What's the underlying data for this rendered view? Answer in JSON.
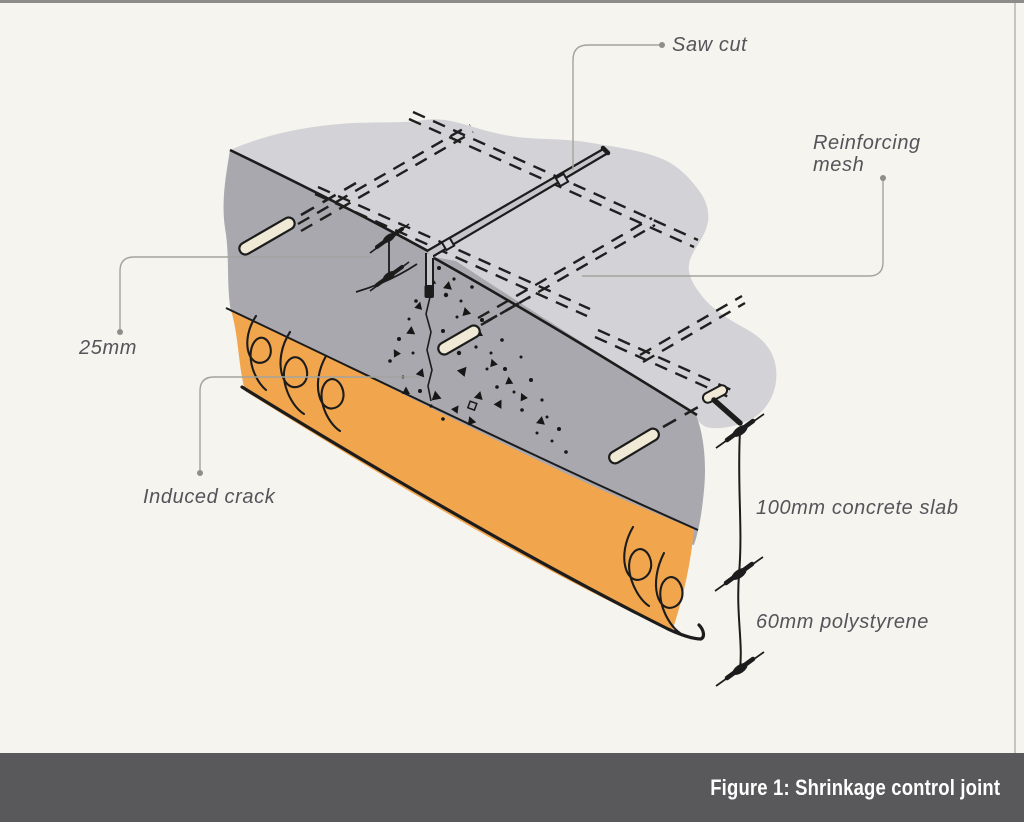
{
  "figure": {
    "caption": "Figure 1: Shrinkage control joint",
    "type": "technical-detail-drawing",
    "subject": "Shrinkage control joint in a concrete slab on polystyrene insulation"
  },
  "labels": {
    "saw_cut": "Saw cut",
    "reinforcing_mesh_line1": "Reinforcing",
    "reinforcing_mesh_line2": "mesh",
    "saw_cut_depth": "25mm",
    "induced_crack": "Induced crack",
    "slab_dimension": "100mm concrete slab",
    "polystyrene_dimension": "60mm polystyrene"
  },
  "colors": {
    "page_background": "#f5f4ee",
    "top_border": "#8c8c8a",
    "right_border": "#c6c6c0",
    "caption_bar": "#59595b",
    "caption_text": "#ffffff",
    "label_text": "#54545a",
    "leader_line": "#a3a39d",
    "concrete_top_surface": "#d3d3d7",
    "concrete_front_face": "#a8a8ae",
    "polystyrene": "#f1a64e",
    "ink": "#1c1c1c",
    "dowel_wire": "#efe9d5"
  }
}
